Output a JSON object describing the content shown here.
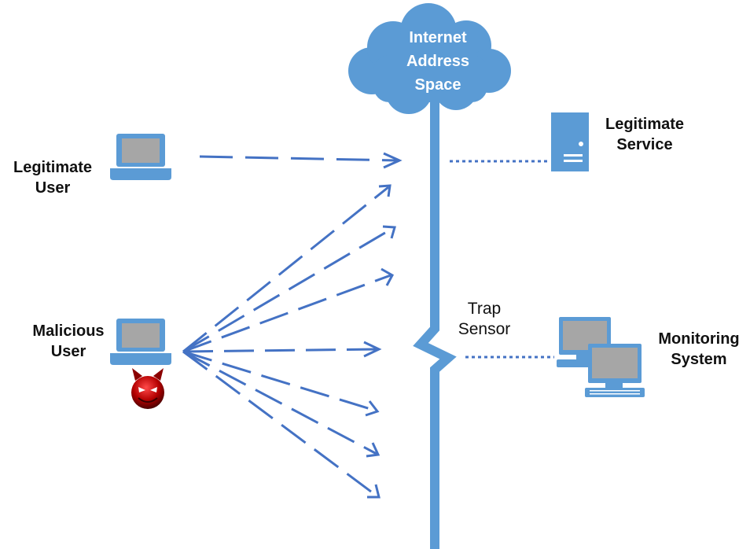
{
  "labels": {
    "cloud": [
      "Internet",
      "Address",
      "Space"
    ],
    "legit_user": [
      "Legitimate",
      "User"
    ],
    "malicious_user": [
      "Malicious",
      "User"
    ],
    "legit_service": [
      "Legitimate",
      "Service"
    ],
    "trap_sensor": [
      "Trap",
      "Sensor"
    ],
    "monitoring": [
      "Monitoring",
      "System"
    ]
  },
  "icons": {
    "legit_laptop": "laptop-icon",
    "malicious_laptop": "laptop-icon",
    "devil": "devil-icon",
    "server": "server-icon",
    "monitor": "computer-icon",
    "cloud": "cloud-icon"
  },
  "colors": {
    "line": "#4472c4",
    "cloud": "#5b9bd5",
    "device": "#5b9bd5",
    "screen": "#a6a6a6",
    "devil": "#c00000"
  }
}
